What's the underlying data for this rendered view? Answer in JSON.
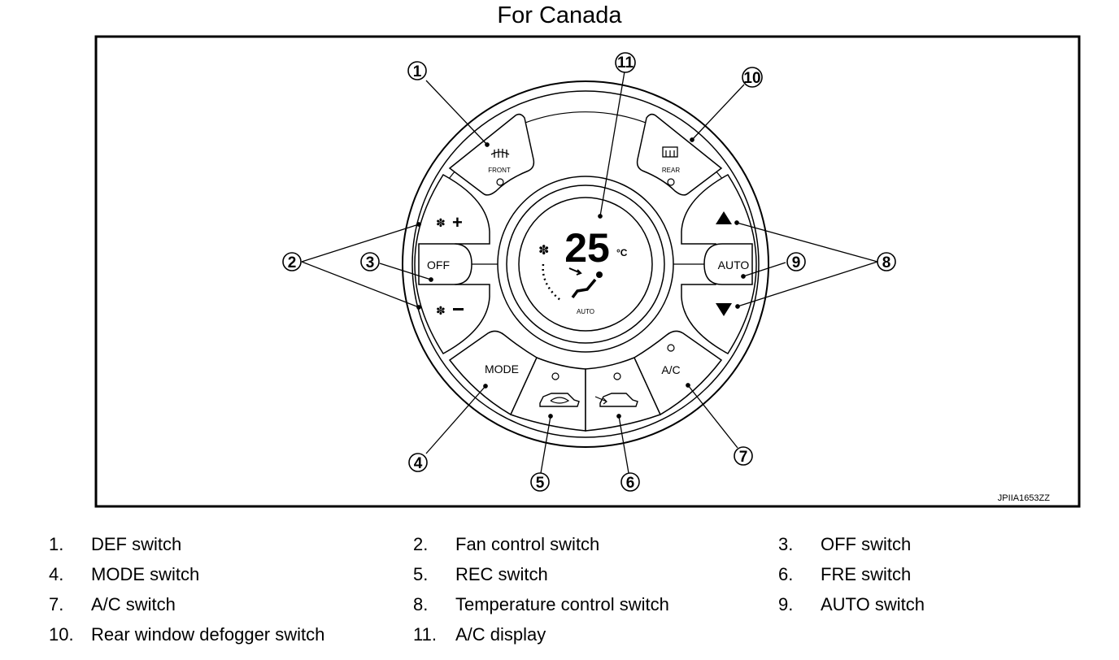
{
  "title": "For Canada",
  "figure_code": "JPIIA1653ZZ",
  "panel": {
    "def_label": "FRONT",
    "rear_label": "REAR",
    "off_label": "OFF",
    "auto_label": "AUTO",
    "mode_label": "MODE",
    "ac_label": "A/C",
    "display_temp": "25",
    "display_unit": "°C",
    "display_auto": "AUTO"
  },
  "callouts": [
    "1",
    "2",
    "3",
    "4",
    "5",
    "6",
    "7",
    "8",
    "9",
    "10",
    "11"
  ],
  "legend": [
    {
      "num": "1.",
      "label": "DEF switch"
    },
    {
      "num": "2.",
      "label": "Fan control switch"
    },
    {
      "num": "3.",
      "label": "OFF switch"
    },
    {
      "num": "4.",
      "label": "MODE switch"
    },
    {
      "num": "5.",
      "label": "REC switch"
    },
    {
      "num": "6.",
      "label": "FRE switch"
    },
    {
      "num": "7.",
      "label": "A/C switch"
    },
    {
      "num": "8.",
      "label": "Temperature control switch"
    },
    {
      "num": "9.",
      "label": "AUTO switch"
    },
    {
      "num": "10.",
      "label": "Rear window defogger switch"
    },
    {
      "num": "11.",
      "label": "A/C display"
    }
  ]
}
